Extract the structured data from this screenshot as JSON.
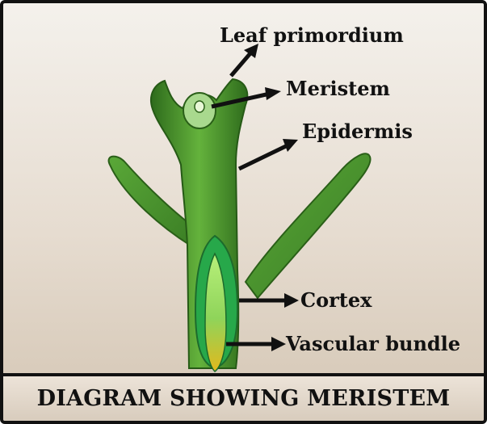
{
  "caption": "DIAGRAM SHOWING MERISTEM",
  "labels": {
    "leaf_primordium": "Leaf primordium",
    "meristem": "Meristem",
    "epidermis": "Epidermis",
    "cortex": "Cortex",
    "vascular_bundle": "Vascular bundle"
  },
  "colors": {
    "dark_green": "#2f6a1f",
    "mid_green": "#4e9a2f",
    "light_green": "#9fdc6a",
    "cortex_green": "#27a84a",
    "vascular_yellow": "#e2b91d"
  }
}
